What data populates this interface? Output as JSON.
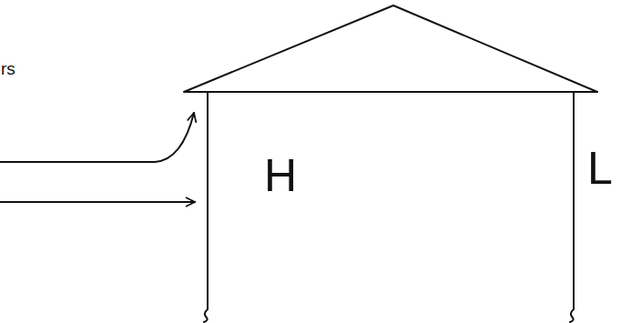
{
  "diagram": {
    "labels": [
      "rs",
      "H",
      "L"
    ]
  }
}
